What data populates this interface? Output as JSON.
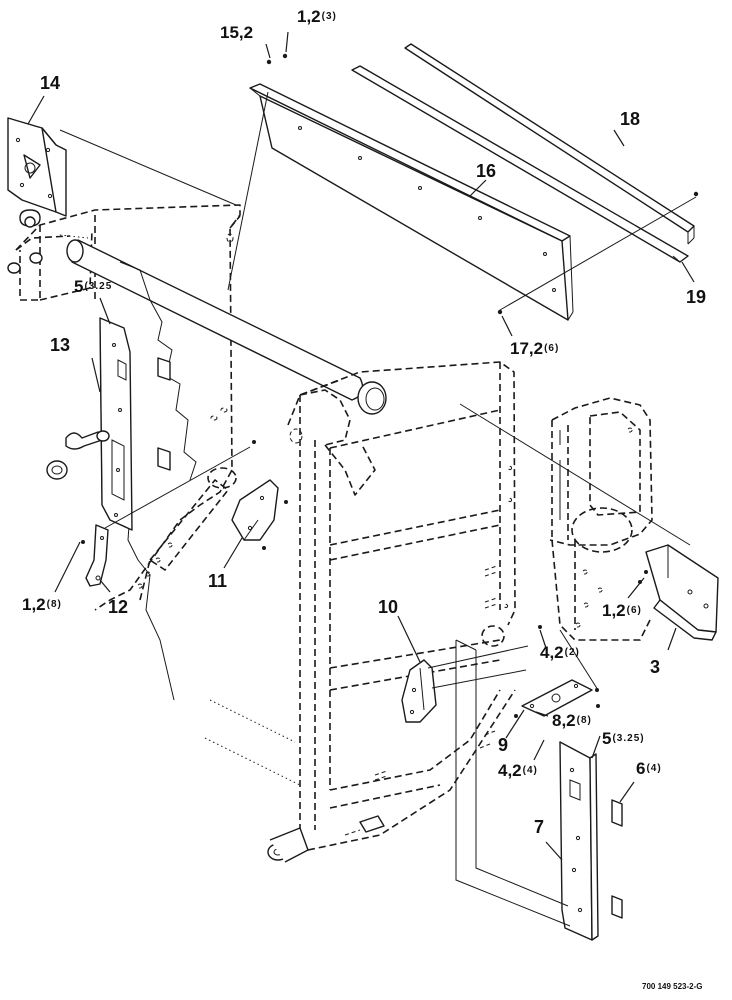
{
  "callouts": [
    {
      "id": "c15",
      "main": "15,2",
      "qty": ""
    },
    {
      "id": "c1top",
      "main": "1,2",
      "qty": "(3)"
    },
    {
      "id": "c14",
      "main": "14",
      "qty": ""
    },
    {
      "id": "c18",
      "main": "18",
      "qty": ""
    },
    {
      "id": "c16",
      "main": "16",
      "qty": ""
    },
    {
      "id": "c19",
      "main": "19",
      "qty": ""
    },
    {
      "id": "c5a",
      "main": "5",
      "qty": "(3.25"
    },
    {
      "id": "c13",
      "main": "13",
      "qty": ""
    },
    {
      "id": "c17",
      "main": "17,2",
      "qty": "(6)"
    },
    {
      "id": "c11",
      "main": "11",
      "qty": ""
    },
    {
      "id": "c1left",
      "main": "1,2",
      "qty": "(8)"
    },
    {
      "id": "c12",
      "main": "12",
      "qty": ""
    },
    {
      "id": "c10",
      "main": "10",
      "qty": ""
    },
    {
      "id": "c1right",
      "main": "1,2",
      "qty": "(6)"
    },
    {
      "id": "c3",
      "main": "3",
      "qty": ""
    },
    {
      "id": "c4a",
      "main": "4,2",
      "qty": "(2)"
    },
    {
      "id": "c8",
      "main": "8,2",
      "qty": "(8)"
    },
    {
      "id": "c9",
      "main": "9",
      "qty": ""
    },
    {
      "id": "c5b",
      "main": "5",
      "qty": "(3.25)"
    },
    {
      "id": "c4b",
      "main": "4,2",
      "qty": "(4)"
    },
    {
      "id": "c6",
      "main": "6",
      "qty": "(4)"
    },
    {
      "id": "c7",
      "main": "7",
      "qty": ""
    }
  ],
  "drawing_number": "700 149 523-2-G"
}
